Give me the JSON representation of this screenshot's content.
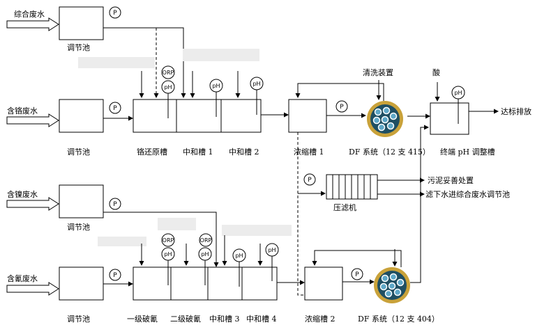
{
  "inflows": {
    "composite": "综合废水",
    "chromium": "含铬废水",
    "nickel": "含镍废水",
    "cyanide": "含氰废水"
  },
  "tanks": {
    "equalization": "调节池",
    "cr_reduction": "铬还原槽",
    "neutral_1": "中和槽 1",
    "neutral_2": "中和槽 2",
    "primary_cn": "一级破氰",
    "secondary_cn": "二级破氰",
    "neutral_3": "中和槽 3",
    "neutral_4": "中和槽 4",
    "concentrator_1": "浓缩槽 1",
    "concentrator_2": "浓缩槽 2",
    "final_ph": "终端 pH 调整槽"
  },
  "df_units": {
    "upper": "DF 系统（12 支 415）",
    "lower": "DF 系统（12 支 404）"
  },
  "equipment": {
    "cleaning": "清洗装置",
    "filter_press": "压滤机"
  },
  "dosing": {
    "acid": "酸"
  },
  "outputs": {
    "discharge": "达标排放",
    "sludge": "污泥妥善处置",
    "filtrate": "滤下水进综合废水调节池"
  },
  "symbols": {
    "pump": "P",
    "ph": "pH",
    "orp": "ORP"
  },
  "colors": {
    "line": "#000000",
    "df_ring": "#c9a23a",
    "df_core": "#1f4f63",
    "df_membrane": "#5fa8c8"
  }
}
